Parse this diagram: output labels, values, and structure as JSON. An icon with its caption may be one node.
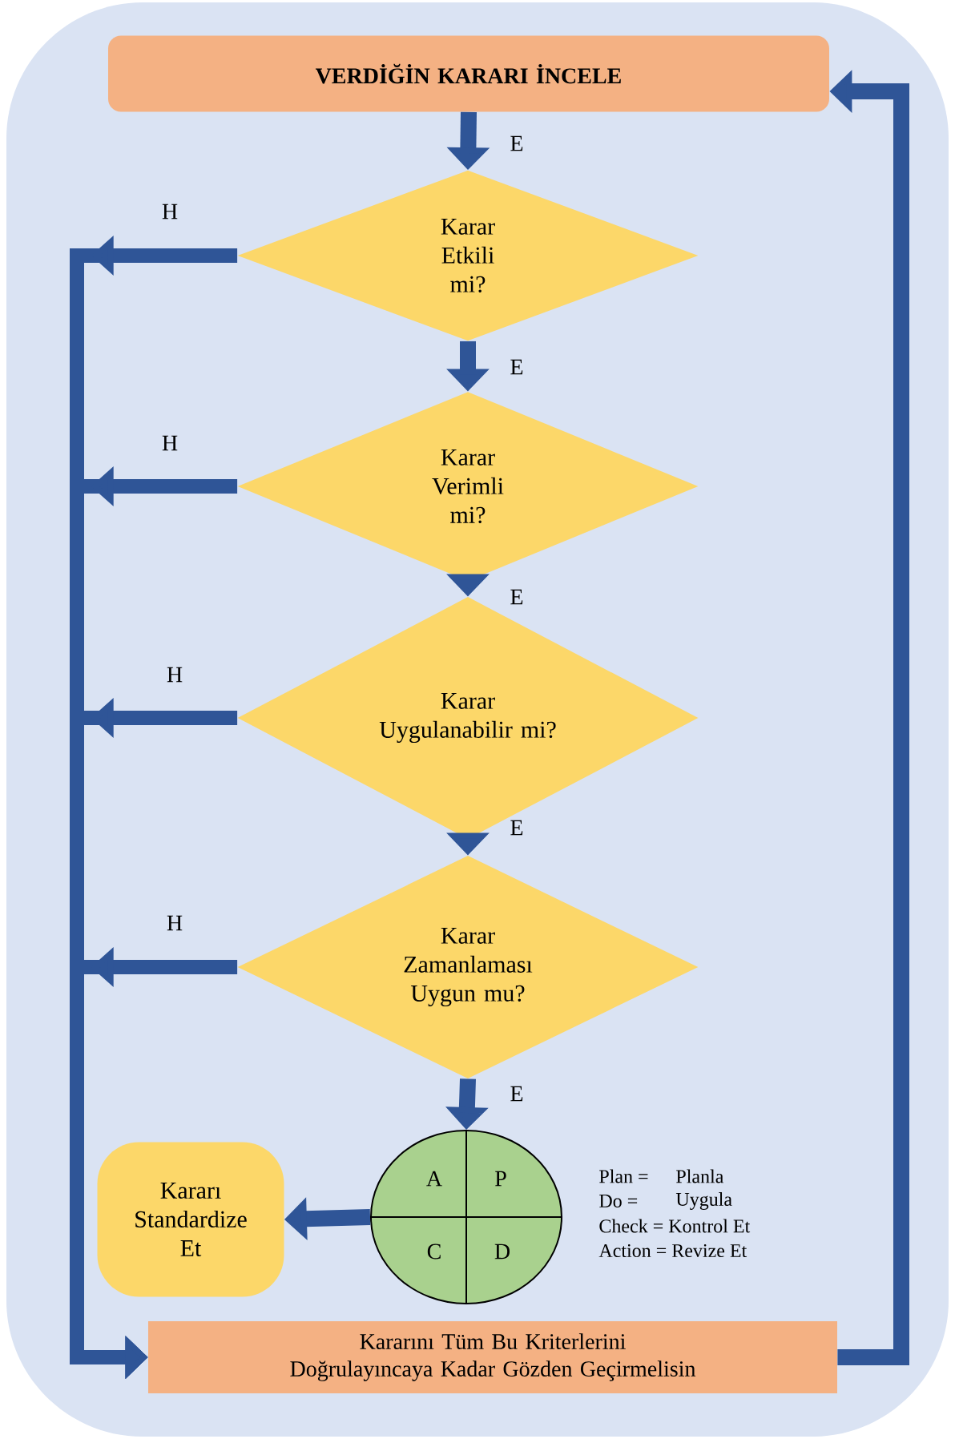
{
  "diagram": {
    "nodes": [
      {
        "text": [
          "VERDİĞİN KARARI İNCELE"
        ]
      },
      {
        "text": [
          "Karar Etkili mi?"
        ]
      },
      {
        "text": [
          "Karar Verimli mi?"
        ]
      },
      {
        "text": [
          "Karar Uygulanabilir mi?"
        ]
      },
      {
        "text": [
          "Karar Zamanlaması Uygun mu?"
        ]
      },
      {
        "text": [
          "A",
          "P",
          "C",
          "D"
        ]
      },
      {
        "text": [
          "Kararı Standardize Et"
        ]
      },
      {
        "text": [
          "Kararını Tüm Bu Kriterlerini Doğrulayıncaya Kadar Gözden Geçirmelisin"
        ]
      }
    ],
    "edges": [
      {
        "from": 0,
        "to": 1,
        "arrow": "to",
        "label": "E"
      },
      {
        "from": 1,
        "to": 2,
        "arrow": "to",
        "label": "E"
      },
      {
        "from": 2,
        "to": 3,
        "arrow": "to",
        "label": "E"
      },
      {
        "from": 3,
        "to": 4,
        "arrow": "to",
        "label": "E"
      },
      {
        "from": 4,
        "to": 5,
        "arrow": "to",
        "label": "E"
      },
      {
        "from": 1,
        "to": 7,
        "arrow": "to",
        "label": "H"
      },
      {
        "from": 2,
        "to": 7,
        "arrow": "to",
        "label": "H"
      },
      {
        "from": 3,
        "to": 7,
        "arrow": "to",
        "label": "H"
      },
      {
        "from": 4,
        "to": 7,
        "arrow": "to",
        "label": "H"
      },
      {
        "from": 5,
        "to": 6,
        "arrow": "to"
      },
      {
        "from": 7,
        "to": 0,
        "arrow": "to"
      }
    ],
    "labels": [
      "Plan =",
      "Planla",
      "Do =",
      "Uygula",
      "Check = Kontrol Et",
      "Action = Revize Et"
    ]
  }
}
